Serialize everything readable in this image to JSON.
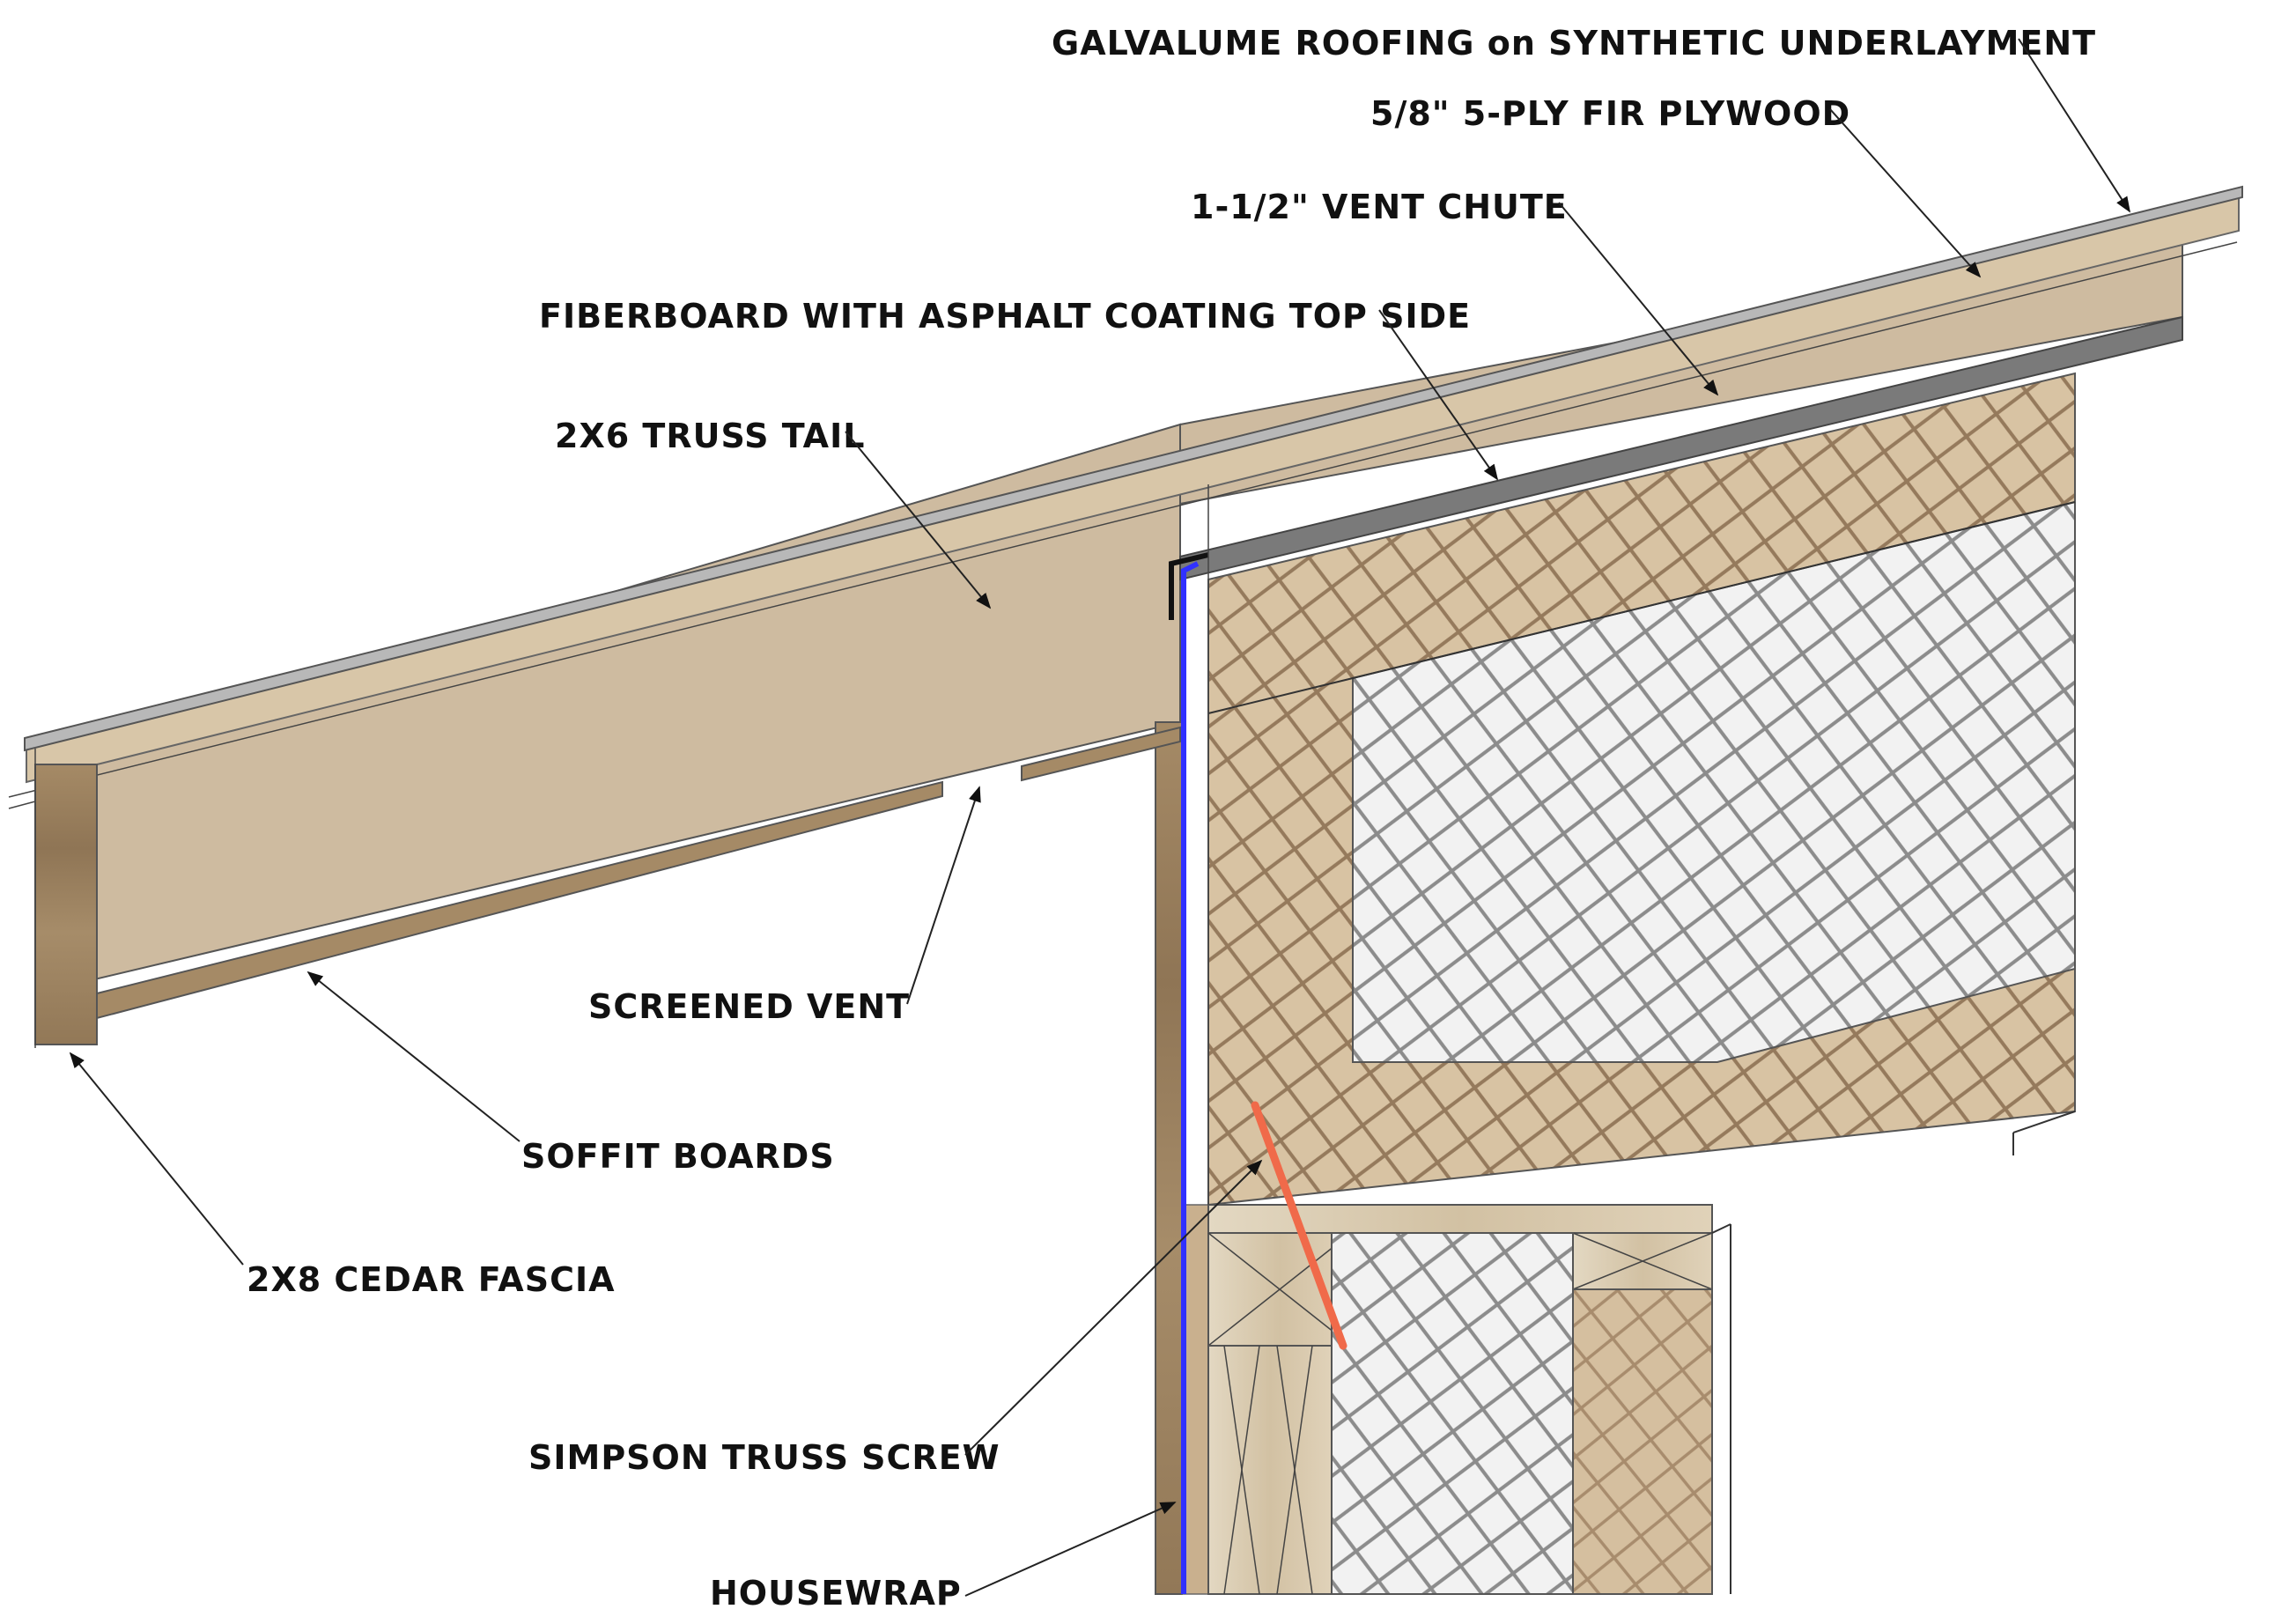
{
  "callouts": {
    "roofing": "GALVALUME ROOFING on SYNTHETIC UNDERLAYMENT",
    "plywood": "5/8\" 5-PLY FIR PLYWOOD",
    "vent_chute": "1-1/2\" VENT CHUTE",
    "fiberboard": "FIBERBOARD WITH ASPHALT COATING TOP SIDE",
    "truss_tail": "2X6 TRUSS TAIL",
    "screened_vent": "SCREENED VENT",
    "soffit_boards": "SOFFIT BOARDS",
    "fascia": "2X8 CEDAR FASCIA",
    "truss_screw": "SIMPSON TRUSS SCREW",
    "housewrap": "HOUSEWRAP"
  },
  "colors": {
    "wood_light": "#ddd0b8",
    "wood_mid": "#c9b08e",
    "wood_dark": "#a58a66",
    "insulation_fill": "#f0f0f0",
    "insulation_mesh": "#8c8c8c",
    "wood_mesh": "#8a6d50",
    "fiberboard": "#7d7d7d",
    "housewrap": "#3030ff",
    "truss_screw": "#f06a4a",
    "roofing": "#b8b8b8"
  }
}
